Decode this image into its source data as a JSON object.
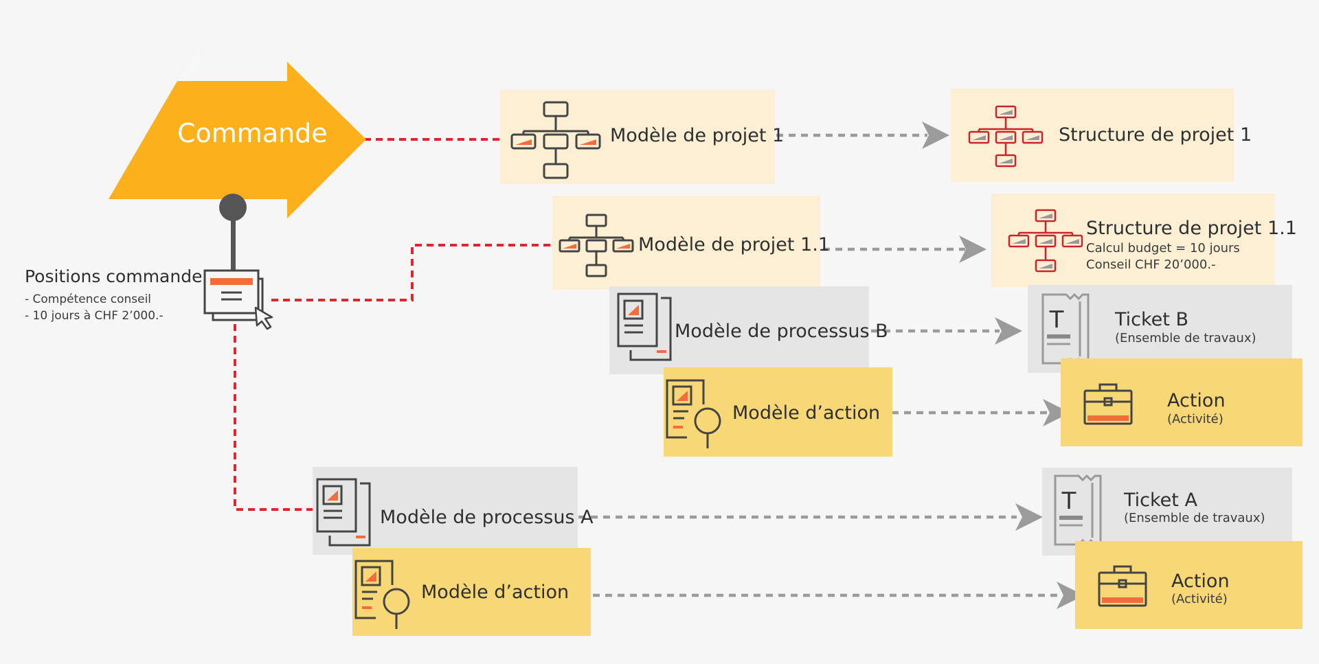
{
  "commande": {
    "label": "Commande"
  },
  "positions": {
    "title": "Positions commande",
    "lines": [
      "- Compétence conseil",
      "- 10 jours à CHF 2’000.-"
    ]
  },
  "models": {
    "projet1": "Modèle de projet 1",
    "projet11": "Modèle de projet 1.1",
    "processusB": "Modèle de processus B",
    "actionB": "Modèle d’action",
    "processusA": "Modèle de processus A",
    "actionA": "Modèle d’action"
  },
  "results": {
    "structure1": {
      "title": "Structure de projet 1"
    },
    "structure11": {
      "title": "Structure de projet 1.1",
      "lines": [
        "Calcul budget = 10 jours",
        "Conseil CHF 20’000.-"
      ]
    },
    "ticketB": {
      "title": "Ticket B",
      "sub": "(Ensemble de travaux)"
    },
    "actionB": {
      "title": "Action",
      "sub": "(Activité)"
    },
    "ticketA": {
      "title": "Ticket A",
      "sub": "(Ensemble de travaux)"
    },
    "actionA": {
      "title": "Action",
      "sub": "(Activité)"
    }
  },
  "colors": {
    "accent": "#fbb01c",
    "red": "#e0262b",
    "grey_line": "#9b9b9b",
    "orange": "#f26c3c",
    "structure_red": "#c8242a"
  },
  "icons": {
    "org": "org-chart-icon",
    "org_red": "org-chart-red-icon",
    "docs": "documents-icon",
    "doc_search": "document-search-icon",
    "ticket": "ticket-icon",
    "briefcase": "briefcase-icon",
    "order": "order-window-icon"
  }
}
